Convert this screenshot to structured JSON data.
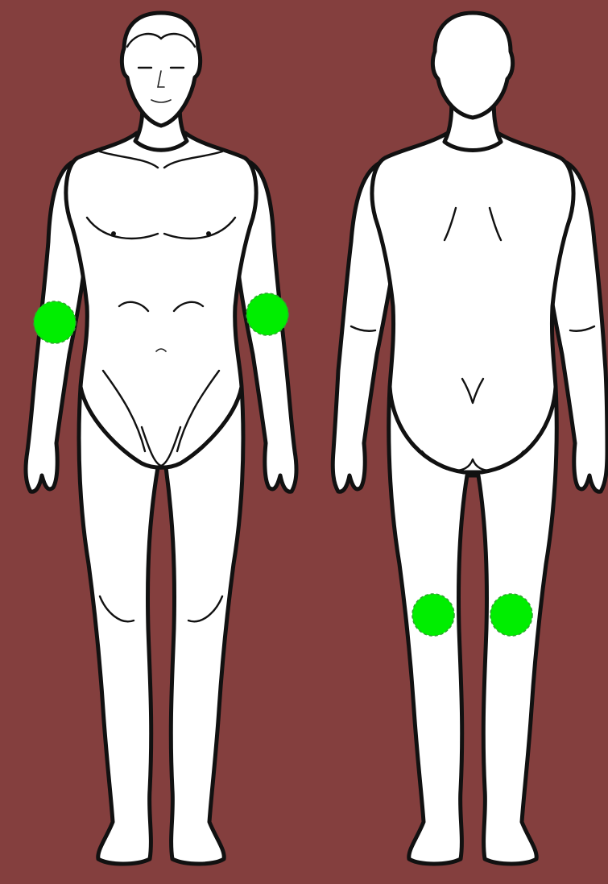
{
  "colors": {
    "background": "#843f3e",
    "body": "#ffffff",
    "outline": "#111111",
    "marker": "#00ee00"
  },
  "figures": {
    "front": {
      "icon": "human-body-front-icon"
    },
    "back": {
      "icon": "human-body-back-icon"
    }
  },
  "markers": [
    {
      "view": "front",
      "region": "right-elbow"
    },
    {
      "view": "front",
      "region": "left-elbow"
    },
    {
      "view": "back",
      "region": "left-knee-back"
    },
    {
      "view": "back",
      "region": "right-knee-back"
    }
  ]
}
